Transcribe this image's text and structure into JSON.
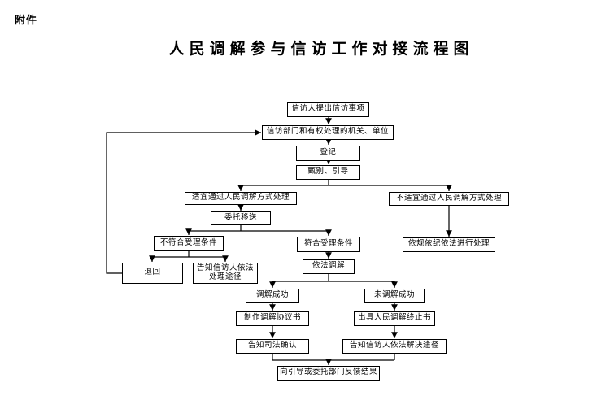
{
  "page": {
    "attachment_label": "附件",
    "title": "人民调解参与信访工作对接流程图",
    "background_color": "#ffffff",
    "line_color": "#000000",
    "text_color": "#000000"
  },
  "flowchart": {
    "nodes": {
      "submit": {
        "label": "信访人提出信访事项"
      },
      "authority": {
        "label": "信访部门和有权处理的机关、单位"
      },
      "register": {
        "label": "登记"
      },
      "screen": {
        "label": "甄别、引导"
      },
      "suitable": {
        "label": "适宜通过人民调解方式处理"
      },
      "unsuitable": {
        "label": "不适宜通过人民调解方式处理"
      },
      "entrust": {
        "label": "委托移送"
      },
      "not_meet": {
        "label": "不符合受理条件"
      },
      "meet": {
        "label": "符合受理条件"
      },
      "handle_law": {
        "label": "依规依纪依法进行处理"
      },
      "return": {
        "label": "退回"
      },
      "inform_channel": {
        "label": "告知信访人依法\n处理途径"
      },
      "mediate": {
        "label": "依法调解"
      },
      "success": {
        "label": "调解成功"
      },
      "fail": {
        "label": "未调解成功"
      },
      "agreement": {
        "label": "制作调解协议书"
      },
      "termination": {
        "label": "出具人民调解终止书"
      },
      "judicial": {
        "label": "告知司法确认"
      },
      "inform_resolve": {
        "label": "告知信访人依法解决途径"
      },
      "feedback": {
        "label": "向引导或委托部门反馈结果"
      }
    }
  }
}
